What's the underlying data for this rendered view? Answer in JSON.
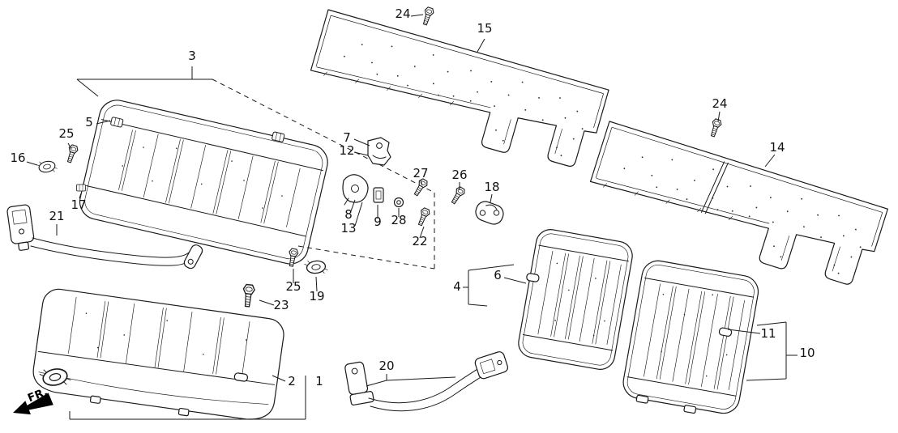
{
  "diagram": {
    "background_color": "#ffffff",
    "line_color": "#1a1a1a",
    "direction_indicator": {
      "label": "FR."
    },
    "part_labels": [
      {
        "num": "24"
      },
      {
        "num": "15"
      },
      {
        "num": "3"
      },
      {
        "num": "5"
      },
      {
        "num": "25"
      },
      {
        "num": "16"
      },
      {
        "num": "17"
      },
      {
        "num": "7"
      },
      {
        "num": "12"
      },
      {
        "num": "27"
      },
      {
        "num": "26"
      },
      {
        "num": "18"
      },
      {
        "num": "8"
      },
      {
        "num": "13"
      },
      {
        "num": "9"
      },
      {
        "num": "28"
      },
      {
        "num": "22"
      },
      {
        "num": "24"
      },
      {
        "num": "14"
      },
      {
        "num": "21"
      },
      {
        "num": "25"
      },
      {
        "num": "19"
      },
      {
        "num": "23"
      },
      {
        "num": "6"
      },
      {
        "num": "4"
      },
      {
        "num": "2"
      },
      {
        "num": "1"
      },
      {
        "num": "20"
      },
      {
        "num": "11"
      },
      {
        "num": "10"
      }
    ]
  }
}
